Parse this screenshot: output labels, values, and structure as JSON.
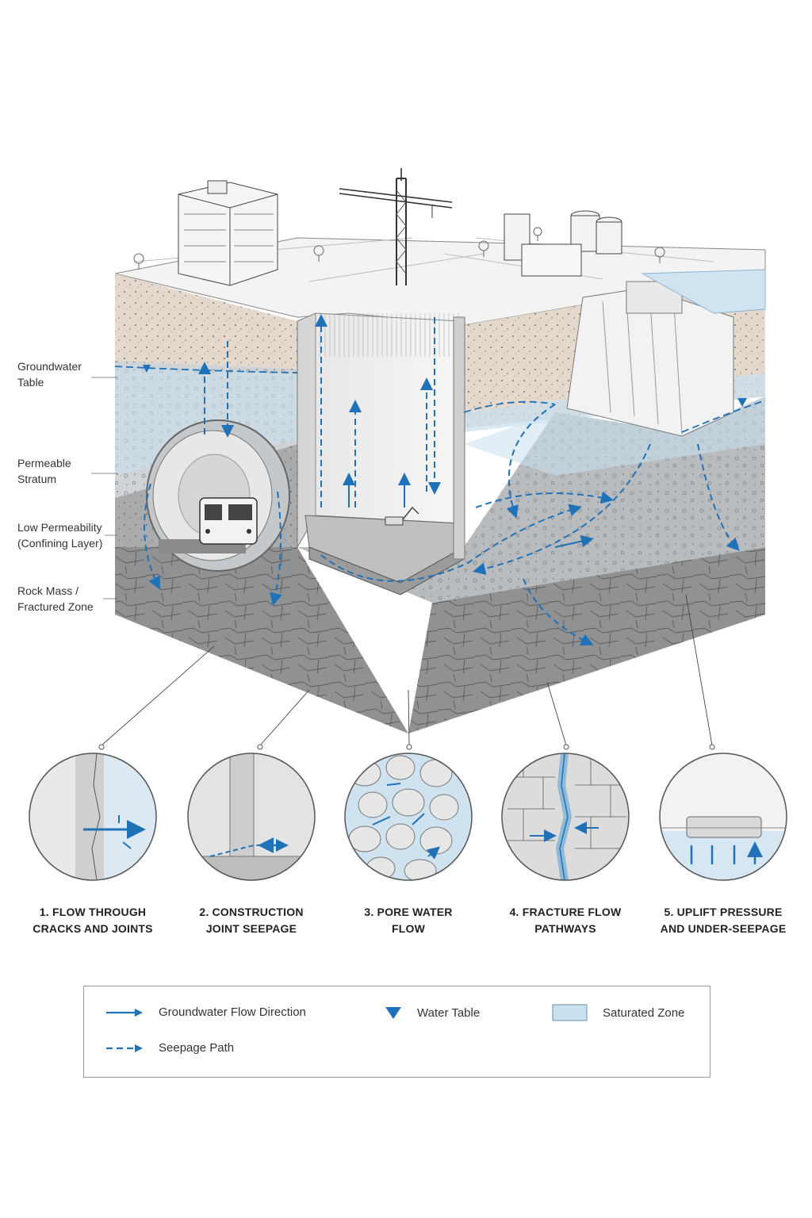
{
  "side_labels": [
    {
      "key": "water_table",
      "text": "Groundwater\nTable"
    },
    {
      "key": "permeable",
      "text": "Permeable\nStratum"
    },
    {
      "key": "low_perm",
      "text": "Low Permeability\n(Confining Layer)"
    },
    {
      "key": "rock",
      "text": "Rock Mass /\nFractured Zone"
    }
  ],
  "details": [
    {
      "number": 1,
      "caption": "1. FLOW THROUGH\nCRACKS AND JOINTS"
    },
    {
      "number": 2,
      "caption": "2. CONSTRUCTION\nJOINT SEEPAGE"
    },
    {
      "number": 3,
      "caption": "3. PORE WATER\nFLOW"
    },
    {
      "number": 4,
      "caption": "4. FRACTURE FLOW\nPATHWAYS"
    },
    {
      "number": 5,
      "caption": "5. UPLIFT PRESSURE\nAND UNDER-SEEPAGE"
    }
  ],
  "legend": {
    "flow_direction": "Groundwater Flow Direction",
    "water_table": "Water Table",
    "saturated_zone": "Saturated Zone",
    "seepage_path": "Seepage Path"
  },
  "colors": {
    "water_blue": "#1f72b8",
    "saturated_fill": "#c9e0ef",
    "soil_tan": "#e4d9cc",
    "permeable_gray": "#cfd3d6",
    "confining_gray": "#a9abad",
    "rock_gray": "#8f9193"
  }
}
